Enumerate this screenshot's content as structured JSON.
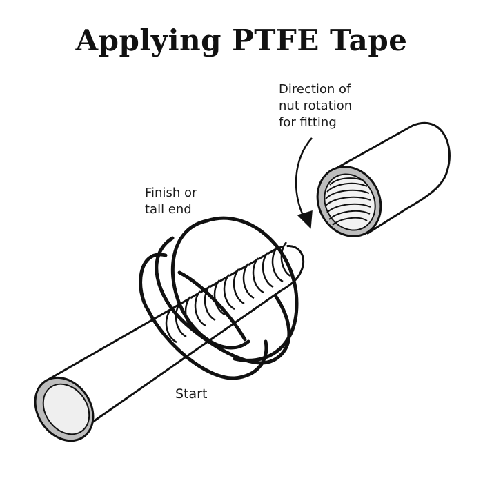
{
  "title": "Applying PTFE Tape",
  "labels": {
    "direction_line1": "Direction of",
    "direction_line2": "nut rotation",
    "direction_line3": "for fitting",
    "finish_line1": "Finish or",
    "finish_line2": "tall end",
    "start": "Start"
  },
  "colors": {
    "outline": "#111111",
    "fill": "#ffffff",
    "pipe_inner": "#eeeeee",
    "pipe_rim": "#bdbdbd"
  }
}
